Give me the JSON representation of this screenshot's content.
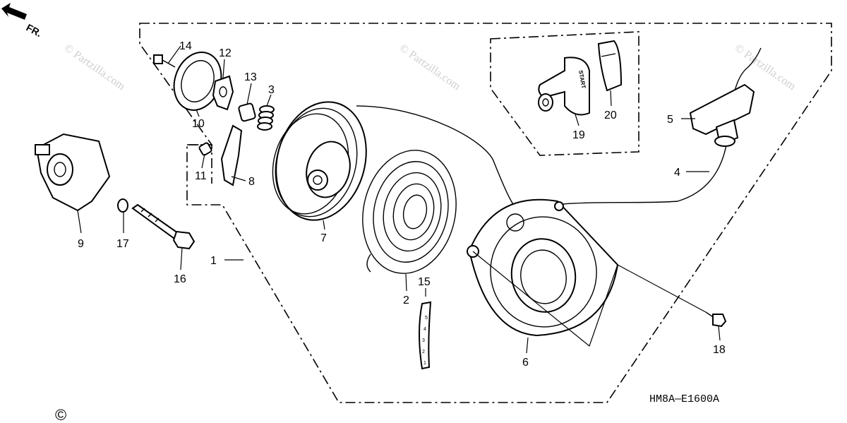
{
  "diagram": {
    "drawing_code": "HM8A—E1600A",
    "direction": {
      "label": "FR."
    },
    "watermark": "© Partzilla.com",
    "copyright_symbol": "©",
    "callouts": [
      {
        "id": "c1",
        "label": "1"
      },
      {
        "id": "c2",
        "label": "2"
      },
      {
        "id": "c3",
        "label": "3"
      },
      {
        "id": "c4",
        "label": "4"
      },
      {
        "id": "c5",
        "label": "5"
      },
      {
        "id": "c6",
        "label": "6"
      },
      {
        "id": "c7",
        "label": "7"
      },
      {
        "id": "c8",
        "label": "8"
      },
      {
        "id": "c9",
        "label": "9"
      },
      {
        "id": "c10",
        "label": "10"
      },
      {
        "id": "c11",
        "label": "11"
      },
      {
        "id": "c12",
        "label": "12"
      },
      {
        "id": "c13",
        "label": "13"
      },
      {
        "id": "c14",
        "label": "14"
      },
      {
        "id": "c15",
        "label": "15"
      },
      {
        "id": "c16",
        "label": "16"
      },
      {
        "id": "c17",
        "label": "17"
      },
      {
        "id": "c18",
        "label": "18"
      },
      {
        "id": "c19",
        "label": "19"
      },
      {
        "id": "c20",
        "label": "20"
      }
    ],
    "grip_label": "START",
    "rope_marks": [
      "5",
      "4",
      "3",
      "2",
      "1"
    ]
  }
}
